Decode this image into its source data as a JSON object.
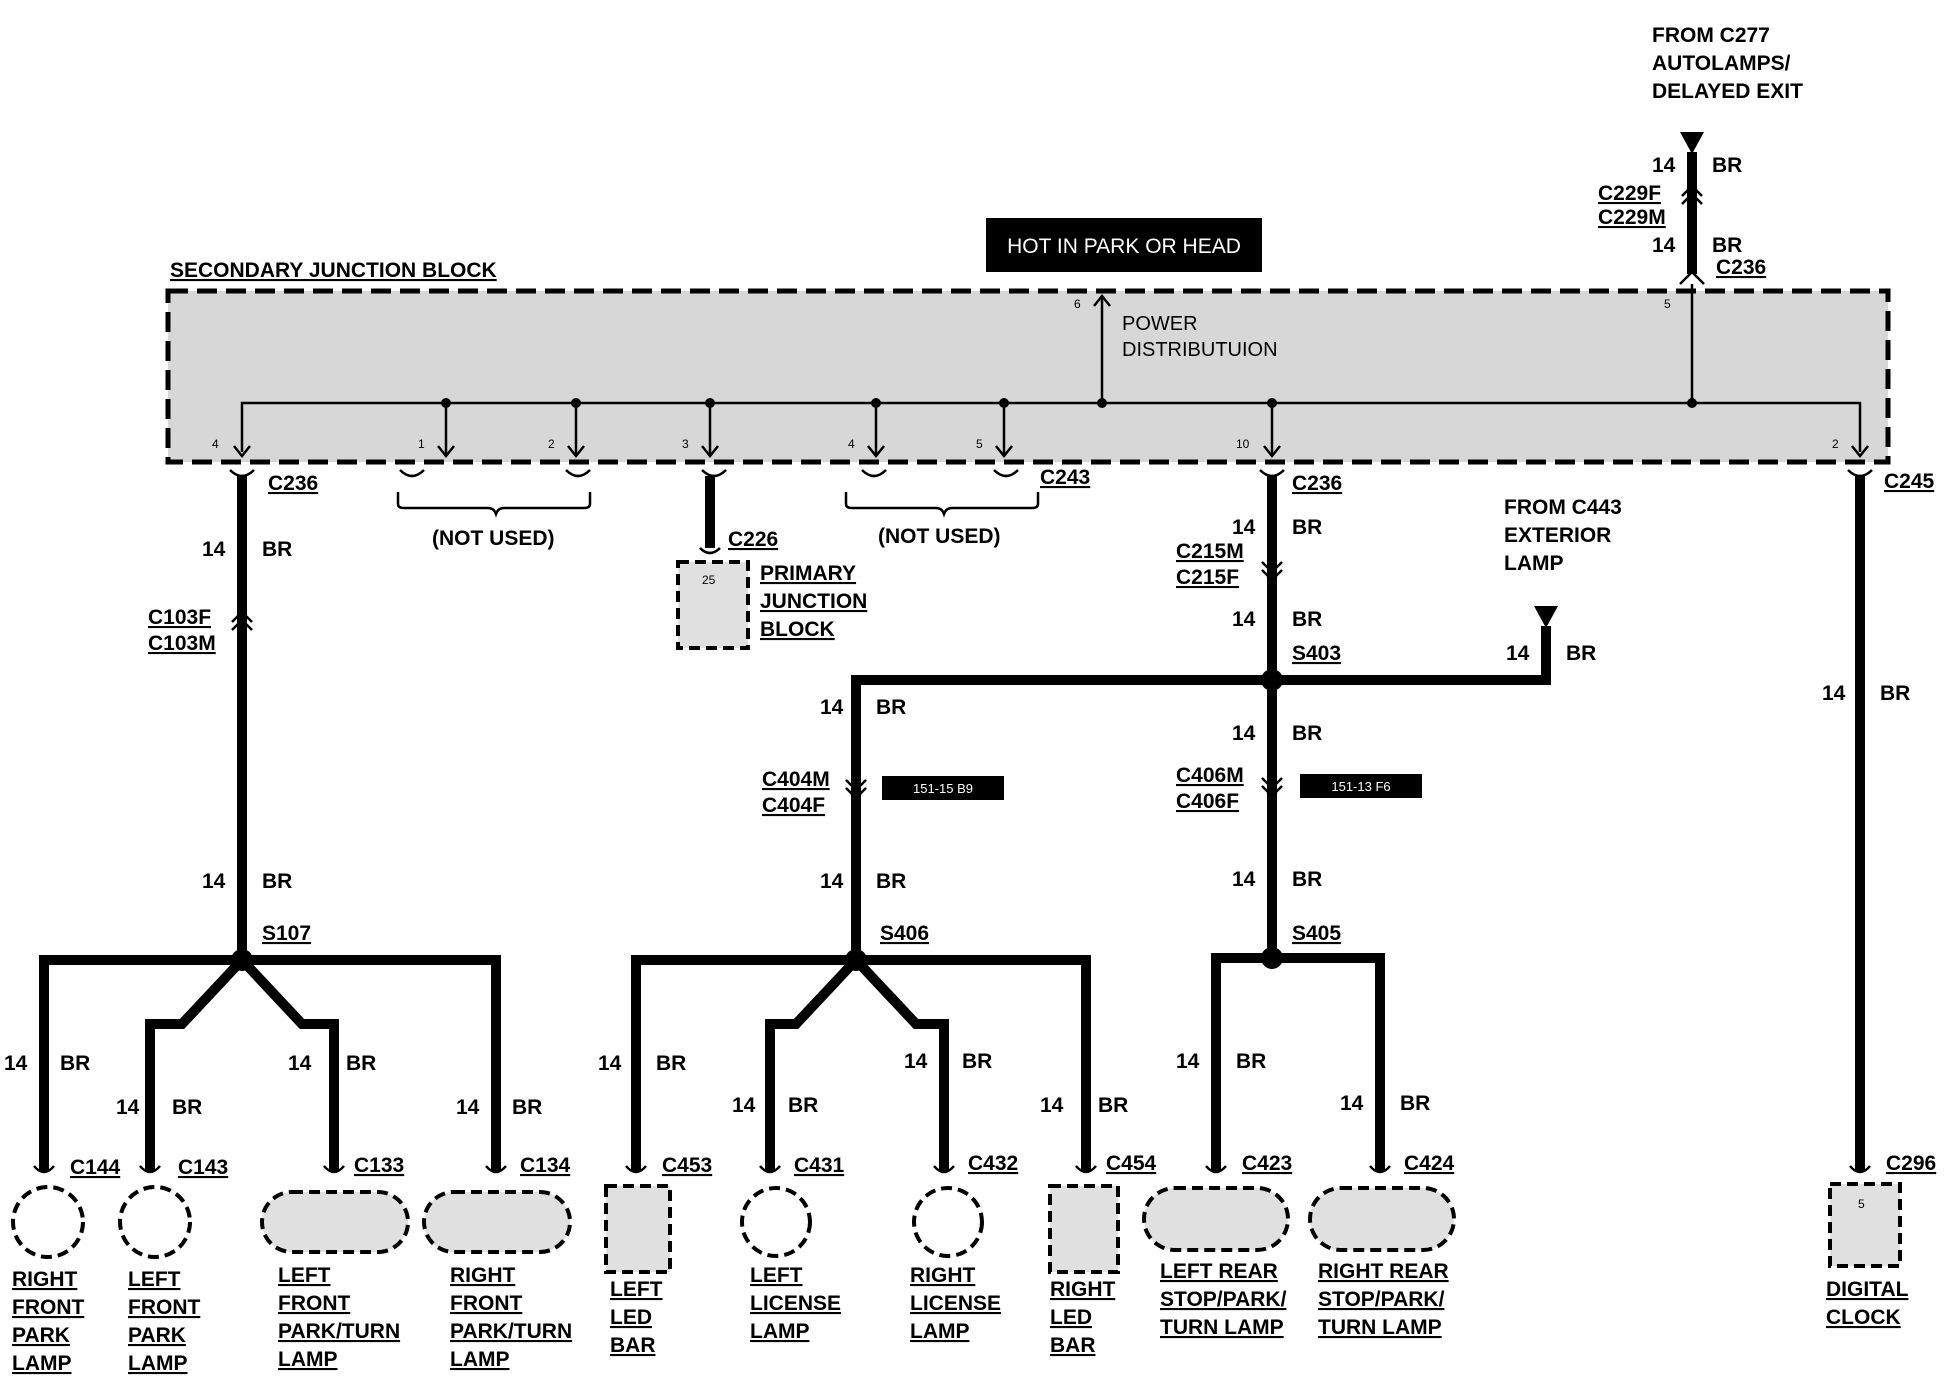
{
  "header": {
    "hot_label": "HOT IN PARK OR HEAD",
    "from_c277": [
      "FROM C277",
      "AUTOLAMPS/",
      "DELAYED EXIT"
    ],
    "from_c443": [
      "FROM C443",
      "EXTERIOR",
      "LAMP"
    ]
  },
  "junction_block": {
    "title": "SECONDARY JUNCTION BLOCK",
    "power_label": [
      "POWER",
      "DISTRIBUTUION"
    ],
    "not_used": "(NOT USED)",
    "pins": [
      "4",
      "1",
      "2",
      "3",
      "4",
      "5",
      "6",
      "10",
      "5",
      "2"
    ]
  },
  "primary_block": {
    "pin": "25",
    "label": [
      "PRIMARY",
      "JUNCTION",
      "BLOCK"
    ]
  },
  "wire": {
    "gauge": "14",
    "color": "BR"
  },
  "connectors": {
    "c236": "C236",
    "c243": "C243",
    "c245": "C245",
    "c226": "C226",
    "c229f": "C229F",
    "c229m": "C229M",
    "c103f": "C103F",
    "c103m": "C103M",
    "c215m": "C215M",
    "c215f": "C215F",
    "c404m": "C404M",
    "c404f": "C404F",
    "c406m": "C406M",
    "c406f": "C406F",
    "c144": "C144",
    "c143": "C143",
    "c133": "C133",
    "c134": "C134",
    "c453": "C453",
    "c431": "C431",
    "c432": "C432",
    "c454": "C454",
    "c423": "C423",
    "c424": "C424",
    "c296": "C296"
  },
  "splices": {
    "s107": "S107",
    "s406": "S406",
    "s403": "S403",
    "s405": "S405"
  },
  "refs": {
    "r1": "151-15 B9",
    "r2": "151-13 F6"
  },
  "clock_pin": "5",
  "components": {
    "c144": [
      "RIGHT",
      "FRONT",
      "PARK",
      "LAMP"
    ],
    "c143": [
      "LEFT",
      "FRONT",
      "PARK",
      "LAMP"
    ],
    "c133": [
      "LEFT",
      "FRONT",
      "PARK/TURN",
      "LAMP"
    ],
    "c134": [
      "RIGHT",
      "FRONT",
      "PARK/TURN",
      "LAMP"
    ],
    "c453": [
      "LEFT",
      "LED",
      "BAR"
    ],
    "c431": [
      "LEFT",
      "LICENSE",
      "LAMP"
    ],
    "c432": [
      "RIGHT",
      "LICENSE",
      "LAMP"
    ],
    "c454": [
      "RIGHT",
      "LED",
      "BAR"
    ],
    "c423": [
      "LEFT REAR",
      "STOP/PARK/",
      "TURN LAMP"
    ],
    "c424": [
      "RIGHT REAR",
      "STOP/PARK/",
      "TURN LAMP"
    ],
    "c296": [
      "DIGITAL",
      "CLOCK"
    ]
  }
}
